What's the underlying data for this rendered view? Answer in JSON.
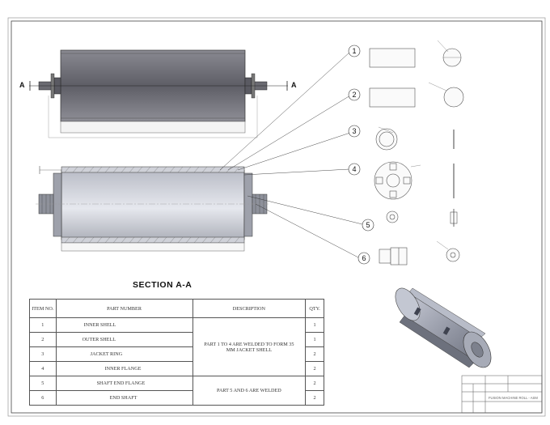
{
  "drawing": {
    "section_title": "SECTION A-A",
    "section_marker_left": "A",
    "section_marker_right": "A",
    "balloons": [
      "1",
      "2",
      "3",
      "4",
      "5",
      "6"
    ],
    "titleblock_text": "FUSION MACHINE ROLL - ASM"
  },
  "bom": {
    "headers": {
      "item": "ITEM NO.",
      "part": "PART NUMBER",
      "desc": "DESCRIPTION",
      "qty": "QTY."
    },
    "rows": [
      {
        "item": "1",
        "part": "INNER SHELL",
        "qty": "1"
      },
      {
        "item": "2",
        "part": "OUTER SHELL",
        "qty": "1"
      },
      {
        "item": "3",
        "part": "JACKET RING",
        "qty": "2"
      },
      {
        "item": "4",
        "part": "INNER FLANGE",
        "qty": "2"
      },
      {
        "item": "5",
        "part": "SHAFT END FLANGE",
        "qty": "2"
      },
      {
        "item": "6",
        "part": "END SHAFT",
        "qty": "2"
      }
    ],
    "desc_group_1": "PART 1 TO 4 ARE WELDED TO FORM 35 MM JACKET SHELL",
    "desc_group_2": "PART 5 AND 6 ARE WELDED"
  }
}
